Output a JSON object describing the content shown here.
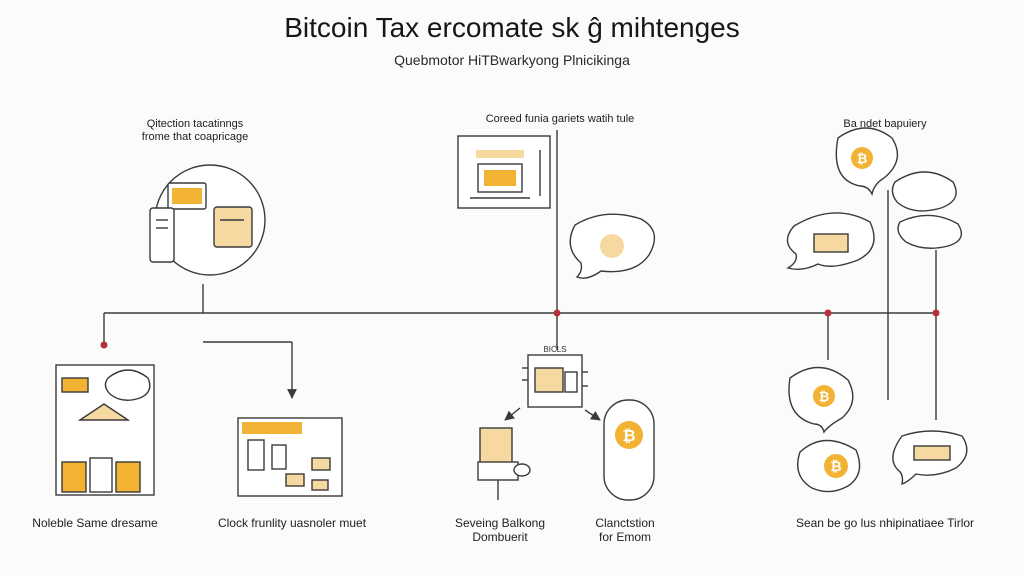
{
  "header": {
    "title": "Bitcoin Tax ercomate sk ĝ mihtenges",
    "subtitle": "Quebmotor HiTBwarkyong Plnicikinga"
  },
  "labels": {
    "top_left": "Qitection tacatinngs\nfrome that coapricage",
    "top_center": "Coreed funia gariets watih tule",
    "top_right": "Ba ndet bapuiery",
    "center_node": "BICLS",
    "bottom_1": "Noleble Same dresame",
    "bottom_2": "Clock frunlity uasnoler muet",
    "bottom_3": "Seveing Balkong\nDombuerit",
    "bottom_4": "Clanctstion\nfor Emom",
    "bottom_5": "Sean be go lus nhipinatiaee Tirlor"
  },
  "icons": {
    "bitcoin_symbol": "₿"
  },
  "colors": {
    "accent": "#f2b233",
    "accent_light": "#f6d9a0",
    "stroke": "#3a3a3a",
    "marker": "#b8313a"
  }
}
